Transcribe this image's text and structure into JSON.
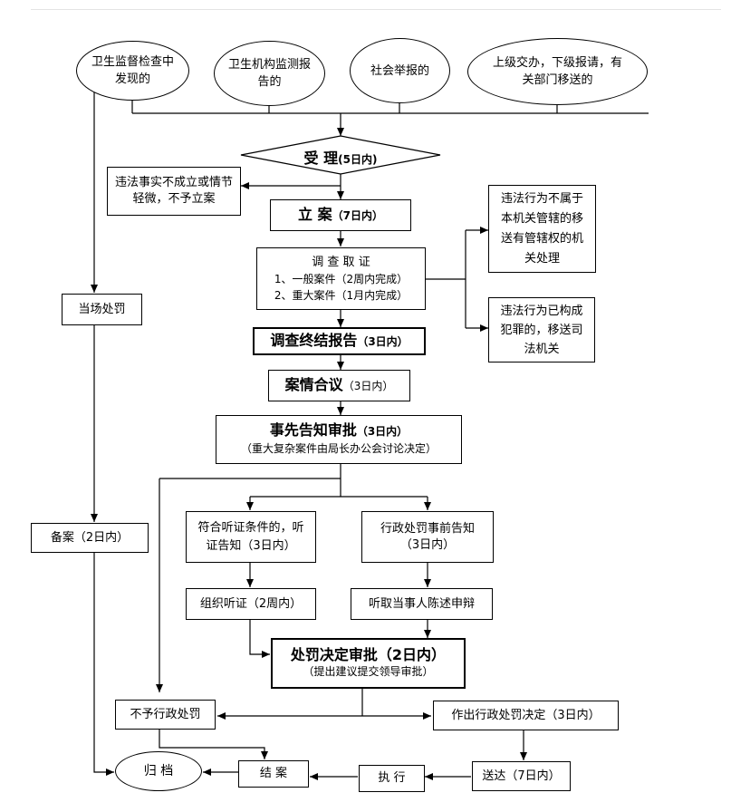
{
  "sources": [
    "卫生监督检查中发现的",
    "卫生机构监测报告的",
    "社会举报的",
    "上级交办，下级报请，有关部门移送的"
  ],
  "accept": {
    "title": "受 理",
    "time": "(5日内)"
  },
  "not_filed": "违法事实不成立或情节轻微，不予立案",
  "file_case": {
    "title": "立 案",
    "time": "（7日内）"
  },
  "investigate": {
    "title": "调 查 取 证",
    "line1": "1、一般案件（2周内完成）",
    "line2": "2、重大案件（1月内完成）"
  },
  "transfer_jurisdiction": "违法行为不属于本机关管辖的移送有管辖权的机关处理",
  "transfer_judicial": "违法行为已构成犯罪的，移送司法机关",
  "on_site": "当场处罚",
  "final_report": {
    "title": "调查终结报告",
    "time": "（3日内）"
  },
  "case_discussion": {
    "title": "案情合议",
    "time": "（3日内）"
  },
  "prior_notice": {
    "title": "事先告知审批",
    "time": "（3日内）",
    "note": "（重大复杂案件由局长办公会讨论决定）"
  },
  "record": "备案（2日内）",
  "hearing_notice": "符合听证条件的，听证告知（3日内）",
  "admin_notice": {
    "line1": "行政处罚事前告知",
    "line2": "（3日内）"
  },
  "organize_hearing": "组织听证（2周内）",
  "hear_defense": "听取当事人陈述申辩",
  "decision": {
    "title": "处罚决定审批（2日内）",
    "note": "（提出建议提交领导审批）"
  },
  "no_penalty": "不予行政处罚",
  "make_decision": "作出行政处罚决定（3日内）",
  "archive": "归 档",
  "close_case": "结 案",
  "execute": "执 行",
  "deliver": "送达（7日内）"
}
